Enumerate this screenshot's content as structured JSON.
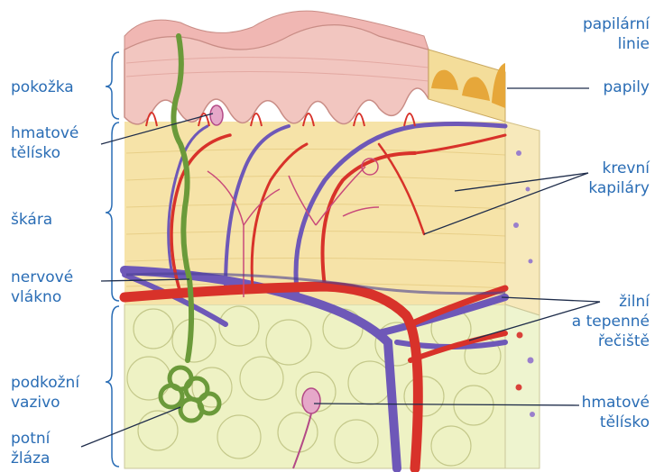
{
  "labels": {
    "pokozka": "pokožka",
    "hmatove_telisko_top": [
      "hmatové",
      "tělísko"
    ],
    "skara": "škára",
    "nervove_vlakno": [
      "nervové",
      "vlákno"
    ],
    "podkozni_vazivo": [
      "podkožní",
      "vazivo"
    ],
    "potni_zlaza": [
      "potní",
      "žláza"
    ],
    "papilarni_linie": [
      "papilární",
      "linie"
    ],
    "papily": "papily",
    "krevni_kapilary": [
      "krevní",
      "kapiláry"
    ],
    "zilni_tepenne": [
      "žilní",
      "a tepenné",
      "řečiště"
    ],
    "hmatove_telisko_bottom": [
      "hmatové",
      "tělísko"
    ]
  },
  "colors": {
    "label": "#2a6db5",
    "epidermis": "#f2c6c0",
    "dermis": "#f6e3a8",
    "subcutis": "#eef2c4",
    "artery": "#d8322a",
    "vein": "#6e58b8",
    "nerve": "#6b9a3a",
    "papillae": "#e6a73a"
  }
}
